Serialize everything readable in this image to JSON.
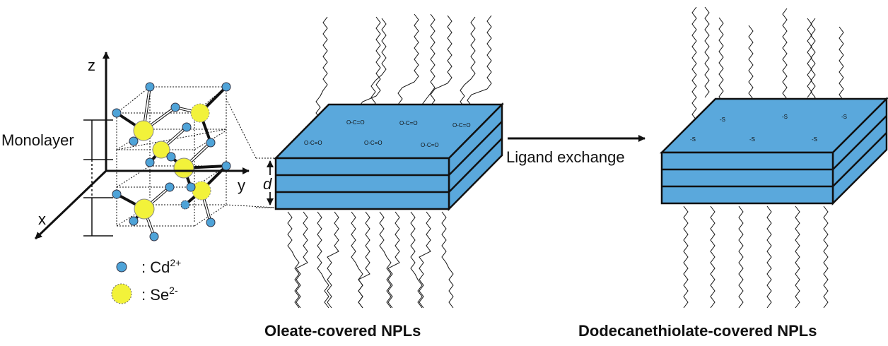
{
  "axes": {
    "z": "z",
    "y": "y",
    "x": "x"
  },
  "crystal": {
    "monolayer_label": "Monolayer",
    "thickness_label": "d"
  },
  "legend": [
    {
      "symbol": "Cd",
      "charge": "2+",
      "prefix": ": ",
      "color": "#4ea3d8",
      "shape": "small-blue-sphere"
    },
    {
      "symbol": "Se",
      "charge": "2-",
      "prefix": ": ",
      "color": "#f2f23a",
      "shape": "large-yellow-sphere"
    }
  ],
  "arrow": {
    "label": "Ligand exchange"
  },
  "oleate": {
    "caption": "Oleate-covered NPLs",
    "head_text": {
      "o_minus": "O",
      "c": "C",
      "o": "O",
      "minus": "-",
      "dbl": "="
    }
  },
  "thiolate": {
    "caption": "Dodecanethiolate-covered NPLs",
    "head_text": "S",
    "charge": "-"
  },
  "colors": {
    "nanoplatelet_face": "#5aa8dc",
    "nanoplatelet_stroke": "#111111",
    "cd": "#4ea3d8",
    "se": "#f2f23a"
  }
}
